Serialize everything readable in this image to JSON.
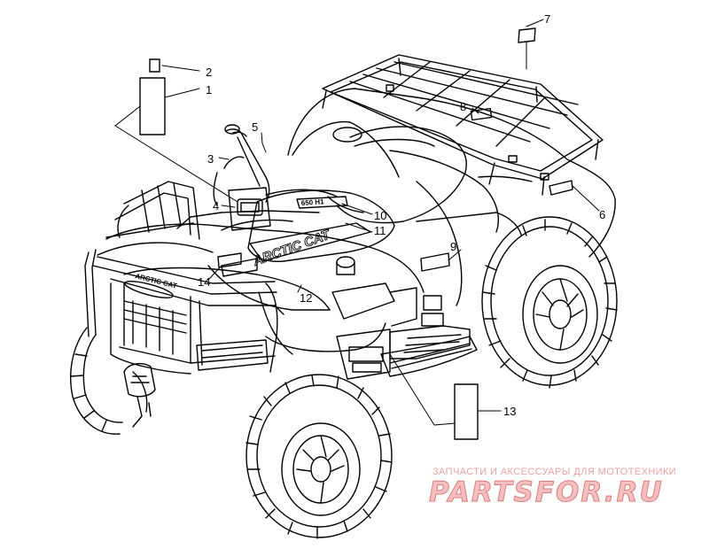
{
  "callouts": [
    {
      "num": "1"
    },
    {
      "num": "2"
    },
    {
      "num": "3"
    },
    {
      "num": "4"
    },
    {
      "num": "5"
    },
    {
      "num": "6"
    },
    {
      "num": "7"
    },
    {
      "num": "8"
    },
    {
      "num": "9"
    },
    {
      "num": "10"
    },
    {
      "num": "11"
    },
    {
      "num": "12"
    },
    {
      "num": "13"
    },
    {
      "num": "14"
    }
  ],
  "decals": {
    "side_logo": "ARCTIC CAT",
    "bumper_logo": "ARCTIC CAT",
    "tank_badge": "650 H1"
  },
  "watermark": {
    "tagline": "ЗАПЧАСТИ И АКСЕССУАРЫ ДЛЯ МОТОТЕХНИКИ",
    "brand": "PARTSFOR.RU"
  },
  "colors": {
    "line": "#000000",
    "watermark_fill": "#f3c0c0",
    "watermark_stroke": "#e37878"
  }
}
